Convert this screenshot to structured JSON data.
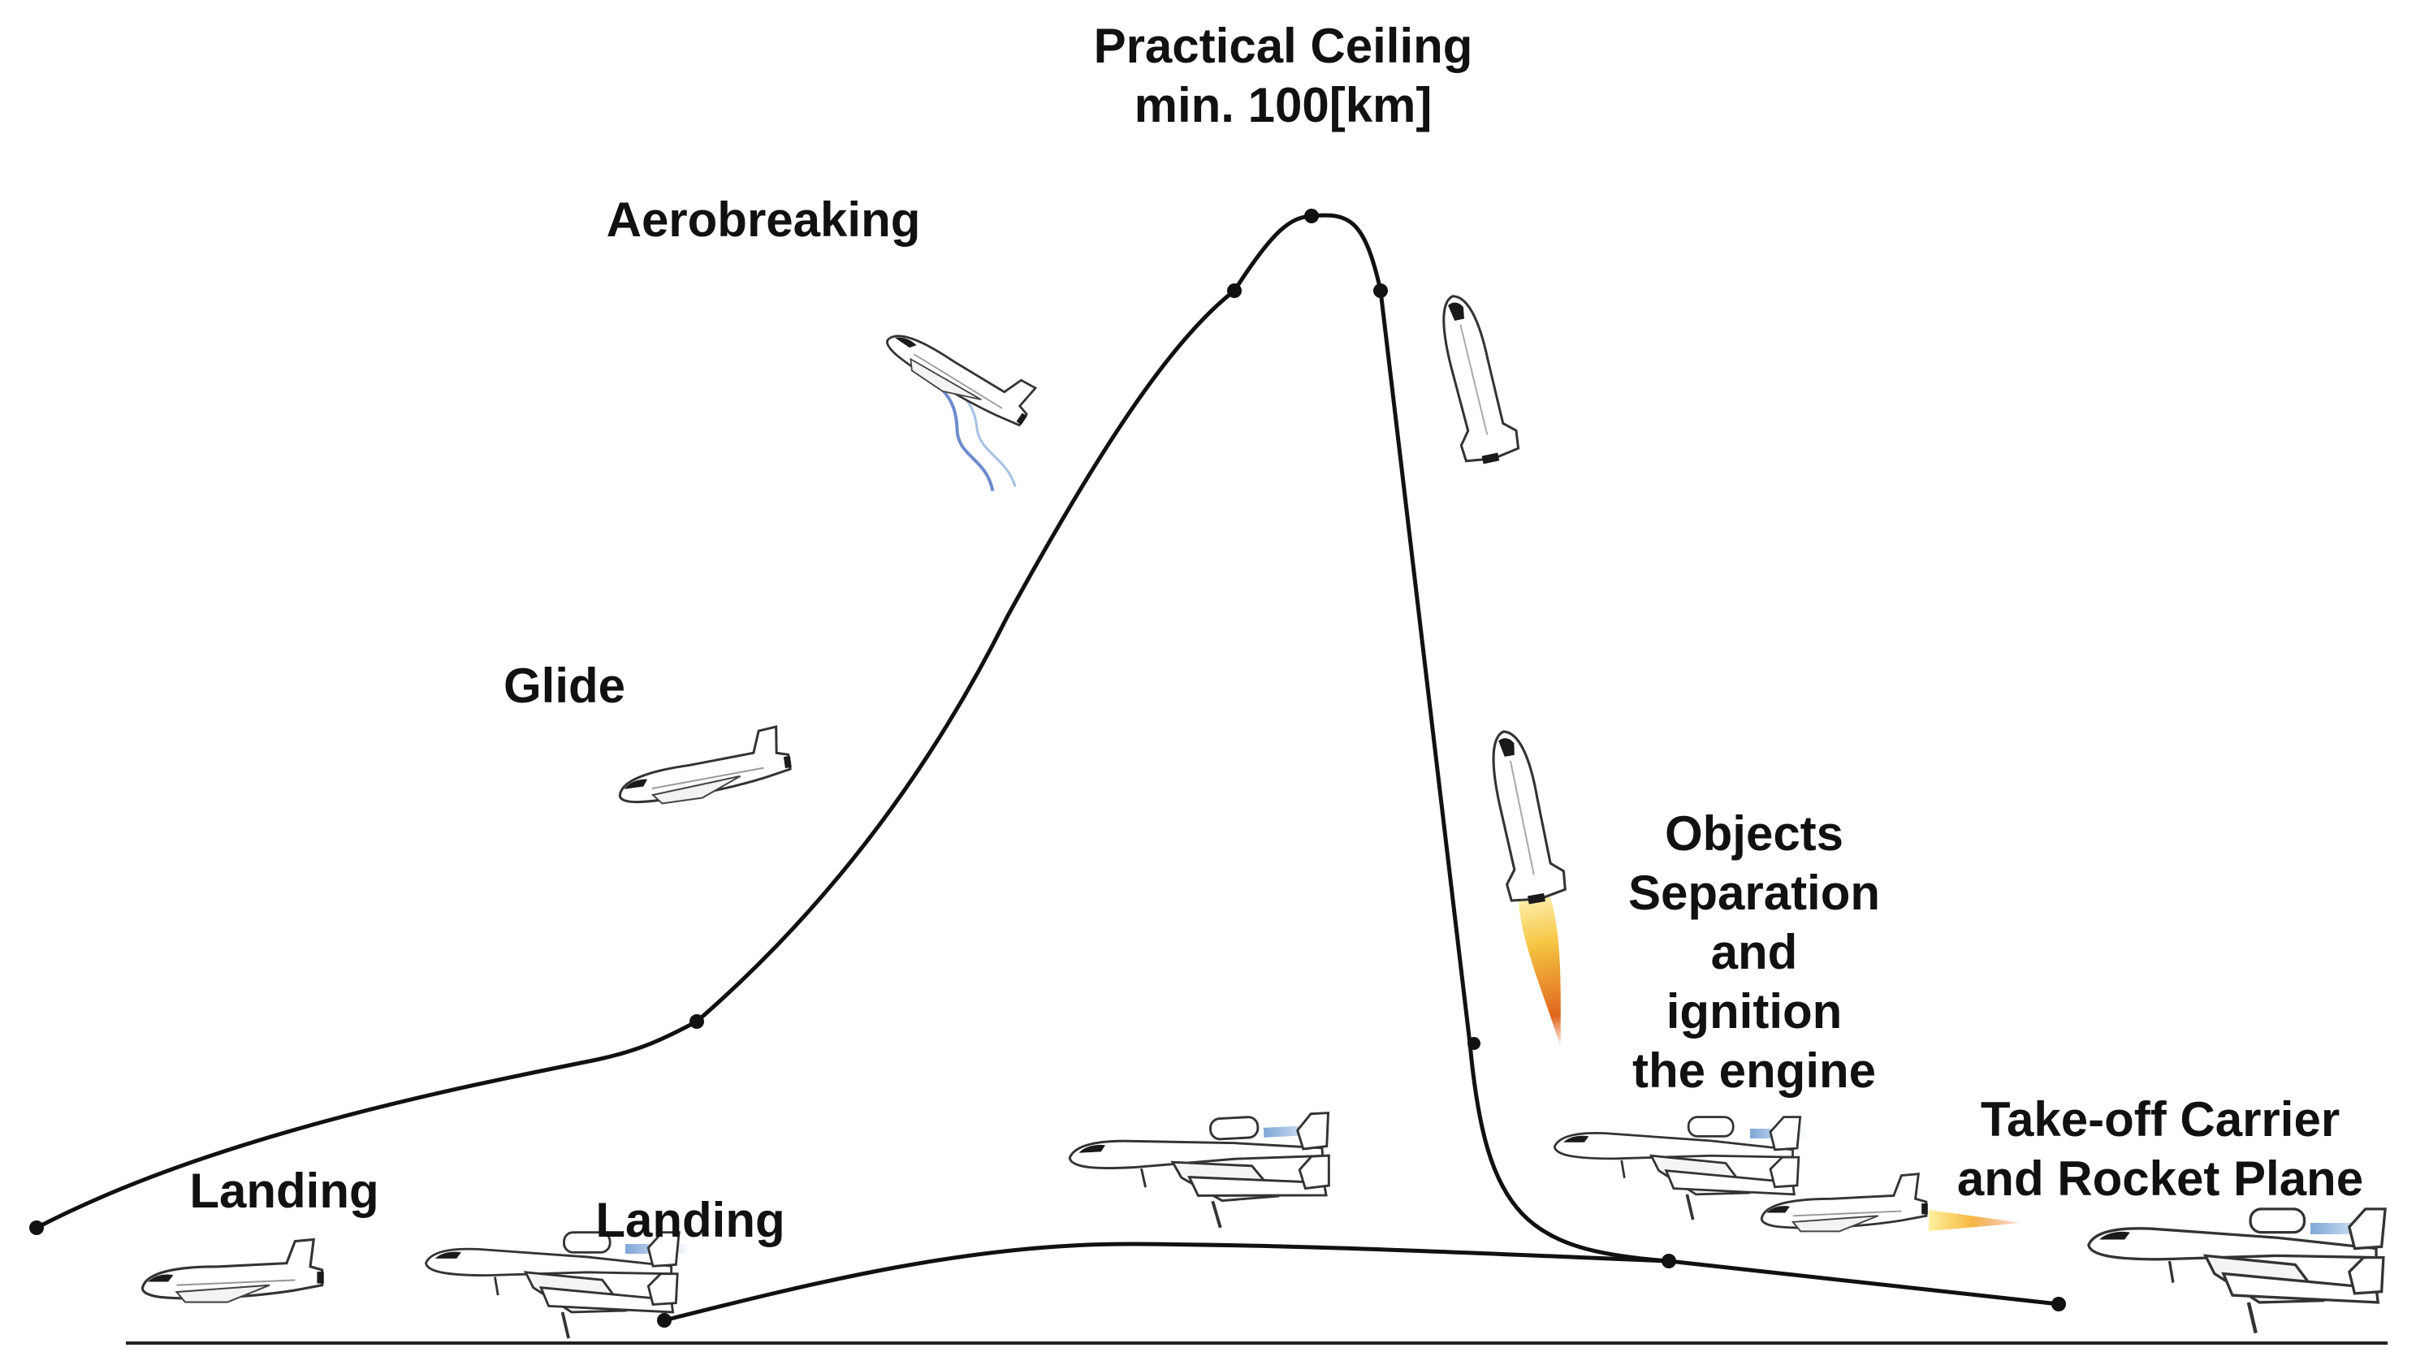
{
  "labels": {
    "ceiling": {
      "line1": "Practical Ceiling",
      "line2": "min. 100[km]"
    },
    "aerobreaking": "Aerobreaking",
    "glide": "Glide",
    "landing_left": "Landing",
    "landing_middle": "Landing",
    "objects": {
      "line1": "Objects",
      "line2": "Separation",
      "line3": "and",
      "line4": "ignition",
      "line5": "the engine"
    },
    "takeoff": {
      "line1": "Take-off Carrier",
      "line2": "and Rocket Plane"
    }
  },
  "colors": {
    "trajectory": "#111111",
    "ground": "#222222",
    "aircraft_fill": "#ffffff",
    "aircraft_outline": "#333333",
    "window": "#1a1a1a",
    "exhaust_blue": "#7fa7d8",
    "flame_yellow": "#f5c542",
    "flame_orange": "#e0661e",
    "plasma_blue": "#4a6fc0"
  },
  "icons": [
    "rocket-plane-icon",
    "carrier-plane-icon",
    "rocket-flame-icon",
    "plasma-trail-icon"
  ]
}
